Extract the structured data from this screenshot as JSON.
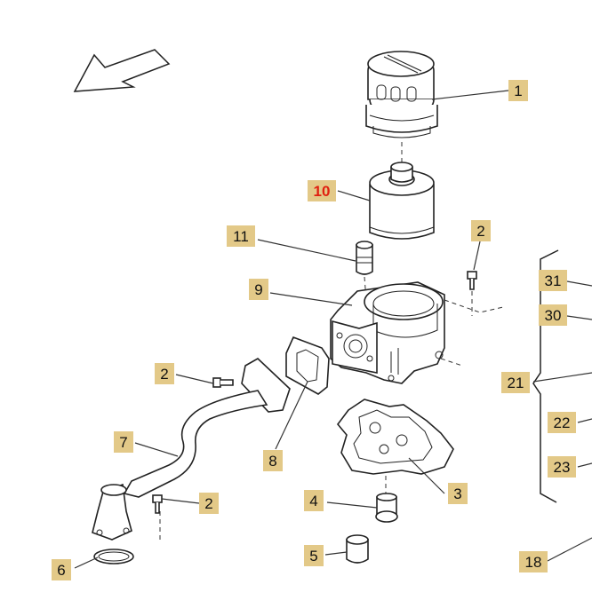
{
  "callouts": {
    "c1": "1",
    "c10": "10",
    "c11": "11",
    "c2_top": "2",
    "c9": "9",
    "c2_left": "2",
    "c7": "7",
    "c2_bottom": "2",
    "c8": "8",
    "c4": "4",
    "c3": "3",
    "c5": "5",
    "c6": "6",
    "c31": "31",
    "c30": "30",
    "c21": "21",
    "c22": "22",
    "c23": "23",
    "c18": "18"
  },
  "colors": {
    "label_bg": "#e3c988",
    "label_text": "#111111",
    "highlight_text": "#e02010",
    "line": "#222222"
  },
  "icons": {
    "direction_arrow": "front-direction-arrow-icon"
  }
}
